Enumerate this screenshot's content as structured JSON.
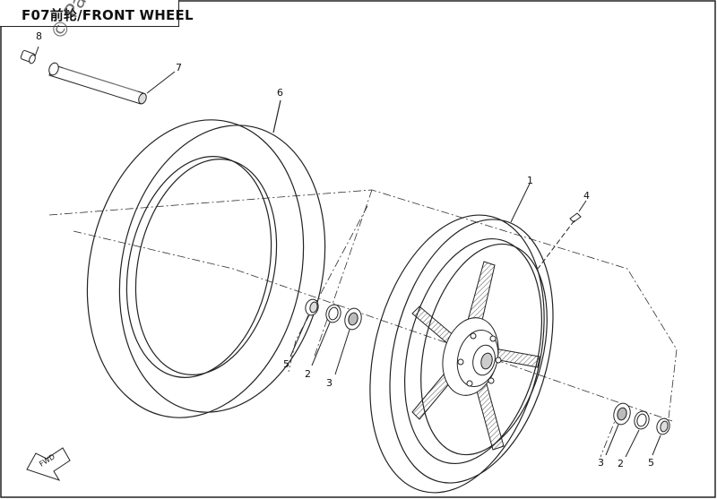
{
  "diagram": {
    "title": "F07前轮/FRONT WHEEL",
    "watermark": "© Partzilla",
    "fwd_label": "FWD",
    "callouts": {
      "c1": "1",
      "c2_left": "2",
      "c2_right": "2",
      "c3_left": "3",
      "c3_right": "3",
      "c4": "4",
      "c5_left": "5",
      "c5_right": "5",
      "c6": "6",
      "c7": "7",
      "c8": "8"
    }
  },
  "colors": {
    "line": "#222222",
    "hatch": "#555555",
    "background": "#ffffff"
  },
  "icons": [
    "fwd-arrow-icon"
  ]
}
